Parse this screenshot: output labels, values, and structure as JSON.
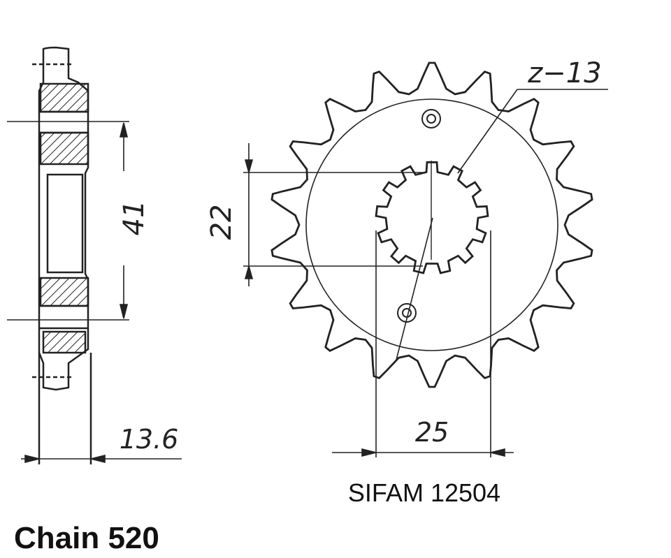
{
  "labels": {
    "teeth": "z−13",
    "dim_height": "41",
    "dim_spline": "22",
    "dim_width": "13.6",
    "dim_bore": "25",
    "part_ref": "SIFAM 12504",
    "chain": "Chain 520"
  },
  "sprocket": {
    "teeth": 18,
    "spline_teeth": 13
  },
  "colors": {
    "ink": "#222222"
  }
}
